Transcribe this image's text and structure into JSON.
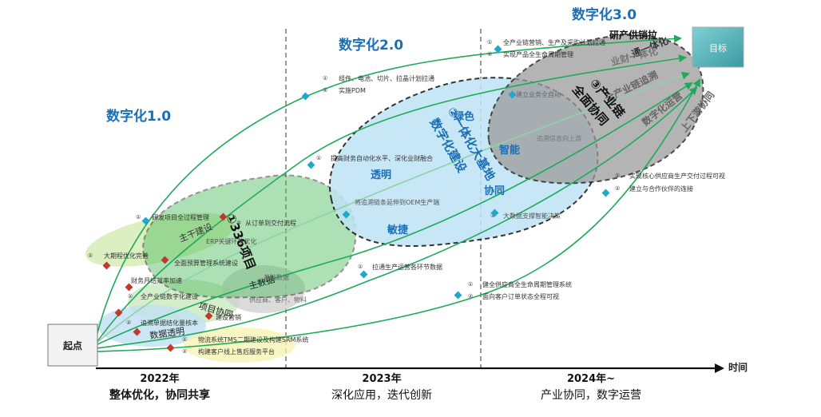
{
  "stages": {
    "s1": "数字化1.0",
    "s2": "数字化2.0",
    "s3": "数字化3.0"
  },
  "start_label": "起点",
  "goal_label": "目标",
  "axis_label": "时间",
  "years": {
    "y2022": "2022年",
    "y2023": "2023年",
    "y2024": "2024年~"
  },
  "phases": {
    "p2022": "整体优化，协同共享",
    "p2023": "深化应用，迭代创新",
    "p2024": "产业协同，数字运营"
  },
  "zones": {
    "z1_title": "①336项目",
    "z2_title": "②一体化大基地",
    "z2_sub": "数字化建设",
    "z3_title": "③产业链",
    "z3_sub": "全面协同",
    "green": "绿色",
    "transparent": "透明",
    "agile": "敏捷",
    "collab": "协同",
    "smart": "智能",
    "main_build": "主干建设",
    "main_data": "主数据",
    "project_collab": "项目协同",
    "data_transparent": "数据透明"
  },
  "lanes": {
    "l1": "研产供销拉",
    "l2": "通一体化",
    "l3": "业财一体化",
    "l4": "全产业链追溯",
    "l5": "数字化运营",
    "l6": "上下游协同"
  },
  "items": {
    "a1": "①",
    "a1t": "研发项目全过程管理",
    "a2": "②",
    "a2t": "从订单到交付流程",
    "a3": "ERP关键环节优化",
    "a4": "①",
    "a4t": "大期程优化完善",
    "a5": "全面预算管理系统建设",
    "a6": "财务月结效率加速",
    "a7": "①",
    "a7t": "全产业链数字化建设",
    "a8": "②",
    "a8t": "追溯单据结化量核本",
    "a9": "基础数据",
    "a10": "供应商、客户、物料",
    "a11": "建设营销",
    "a12": "①",
    "a12t": "物流系统TMS二期建设及构建SRM系统",
    "a13": "②",
    "a13t": "构建客户线上售后服务平台",
    "b1": "①",
    "b1t": "组件、电池、切片、拉晶计划拉通",
    "b2": "②",
    "b2t": "实施PDM",
    "b3": "①",
    "b3t": "提高财务自动化水平、深化业财融合",
    "b4": "将追溯链条延伸到OEM生产端",
    "b5": "①",
    "b5t": "拉通生产运营各环节数据",
    "c1": "①",
    "c1t": "全产业链营销、生产及采购计划拉通",
    "c2": "②",
    "c2t": "实现产品全生命周期管理",
    "c3": "建立业务全自动",
    "c4": "追溯信息向上游",
    "c5": "①",
    "c5t": "大数据支撑智能决策",
    "c6": "①",
    "c6t": "实现核心供应商生产交付过程可视",
    "c7": "②",
    "c7t": "建立与合作伙伴的连接",
    "c8": "①",
    "c8t": "健全供应商全生命周期管理系统",
    "c9": "②",
    "c9t": "面向客户订单状态全程可视"
  },
  "colors": {
    "arrow": "#1faa5a",
    "diamond": "#1fa8c9",
    "diamond_red": "#c0392b",
    "green_zone": "#4dbb5c",
    "blue_zone": "#bfe3f5",
    "gray_zone": "#9c9c9c",
    "stage_blue": "#1a6fb5",
    "goal": "#5fb8bd"
  }
}
